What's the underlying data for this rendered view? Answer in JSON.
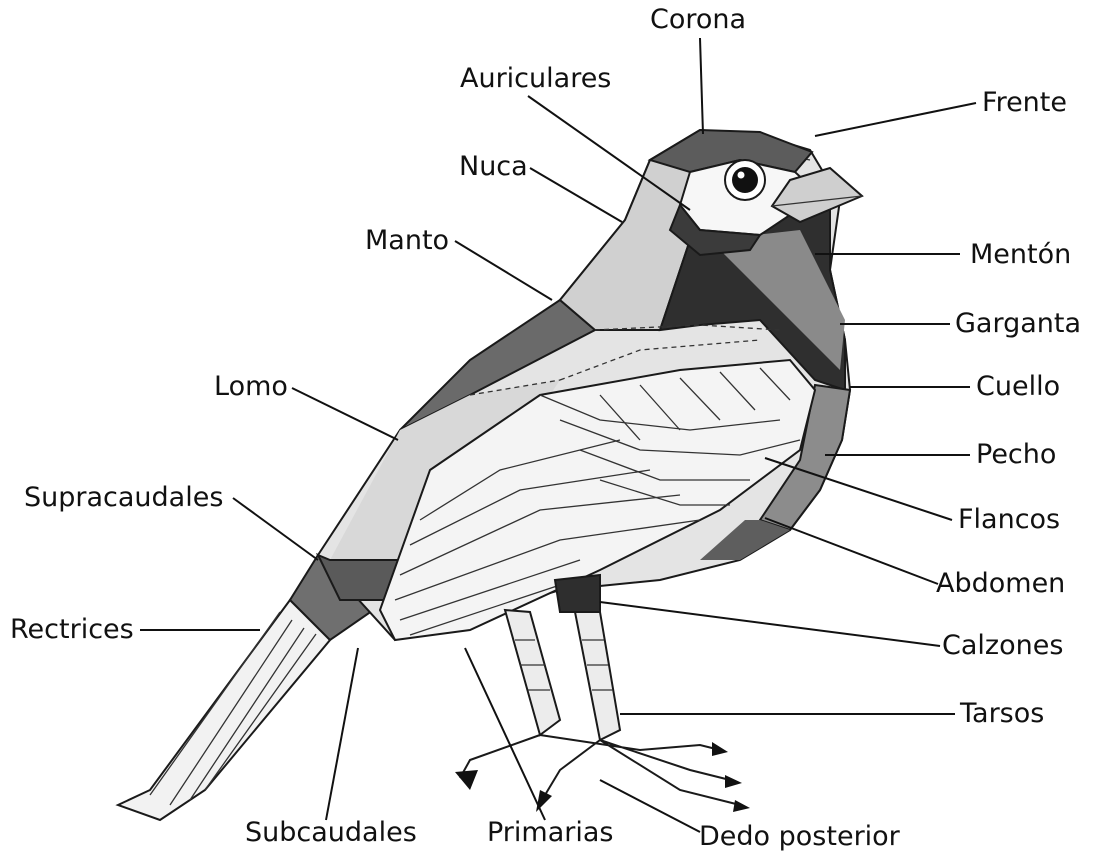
{
  "diagram": {
    "subject": "bird-topography",
    "labels": {
      "corona": "Corona",
      "auriculares": "Auriculares",
      "frente": "Frente",
      "nuca": "Nuca",
      "manto": "Manto",
      "menton": "Mentón",
      "garganta": "Garganta",
      "lomo": "Lomo",
      "cuello": "Cuello",
      "pecho": "Pecho",
      "supracaudales": "Supracaudales",
      "flancos": "Flancos",
      "abdomen": "Abdomen",
      "rectrices": "Rectrices",
      "calzones": "Calzones",
      "tarsos": "Tarsos",
      "subcaudales": "Subcaudales",
      "primarias": "Primarias",
      "dedo_posterior": "Dedo posterior"
    },
    "colors": {
      "line": "#111111",
      "dark_patch": "#3a3a3a",
      "mid_patch": "#7d7d7d",
      "light_patch": "#c9c9c9",
      "pale_patch": "#e9e9e9"
    }
  }
}
